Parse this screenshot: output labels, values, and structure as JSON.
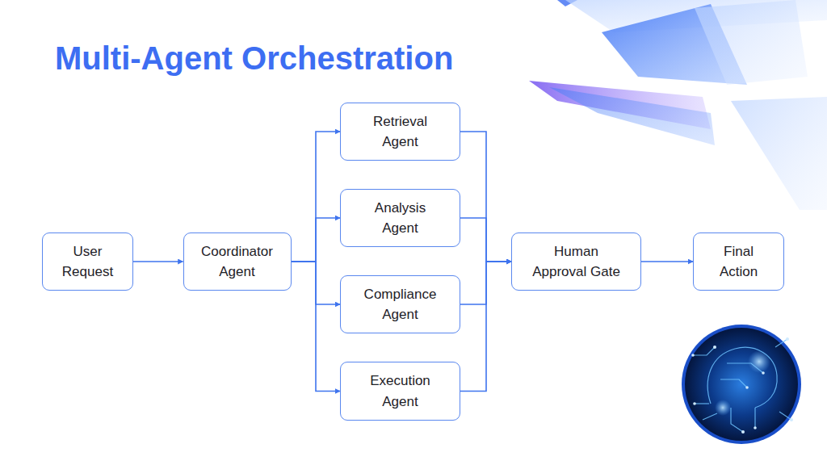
{
  "diagram": {
    "title": "Multi-Agent Orchestration",
    "nodes": [
      {
        "text": [
          "User Request"
        ]
      },
      {
        "text": [
          "Coordinator Agent"
        ]
      },
      {
        "text": [
          "Retrieval Agent"
        ]
      },
      {
        "text": [
          "Analysis Agent"
        ]
      },
      {
        "text": [
          "Compliance Agent"
        ]
      },
      {
        "text": [
          "Execution Agent"
        ]
      },
      {
        "text": [
          "Human Approval Gate"
        ]
      },
      {
        "text": [
          "Final Action"
        ]
      }
    ],
    "edges": [
      {
        "from": 0,
        "to": 1,
        "arrow": "to"
      },
      {
        "from": 1,
        "to": 2,
        "arrow": "to"
      },
      {
        "from": 1,
        "to": 3,
        "arrow": "to"
      },
      {
        "from": 1,
        "to": 4,
        "arrow": "to"
      },
      {
        "from": 1,
        "to": 5,
        "arrow": "to"
      },
      {
        "from": 2,
        "to": 6,
        "arrow": "to"
      },
      {
        "from": 3,
        "to": 6,
        "arrow": "to"
      },
      {
        "from": 4,
        "to": 6,
        "arrow": "to"
      },
      {
        "from": 5,
        "to": 6,
        "arrow": "to"
      },
      {
        "from": 6,
        "to": 7,
        "arrow": "to"
      }
    ]
  }
}
